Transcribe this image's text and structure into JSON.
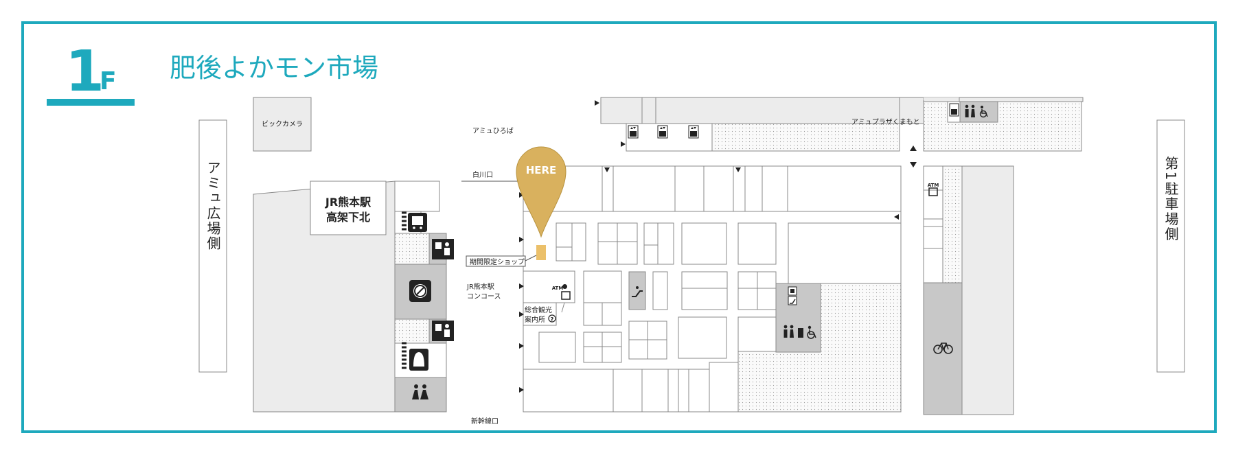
{
  "floor": {
    "number": "1",
    "letter": "F",
    "title": "肥後よかモン市場"
  },
  "side_labels": {
    "left": "アミュ広場側",
    "right": "第1駐車場側"
  },
  "labels": {
    "bic_camera": "ビックカメラ",
    "amu_hiroba": "アミュひろば",
    "shirakawa_exit": "白川口",
    "jr_kumamoto_under": [
      "JR熊本駅",
      "高架下北"
    ],
    "limited_shop": "期間限定ショップ",
    "jr_concourse": [
      "JR熊本駅",
      "コンコース"
    ],
    "tourist_info": [
      "総合観光",
      "案内所"
    ],
    "amu_plaza": "アミュプラザくまもと",
    "shinkansen_exit": "新幹線口",
    "here": "HERE",
    "atm": "ATM"
  },
  "colors": {
    "accent": "#1ea9bd",
    "here_pin": "#d9b15e",
    "limited_shop": "#ebc06a",
    "facility_gray": "#c8c8c8",
    "corridor_gray": "#ececec"
  },
  "icons": [
    "train-icon",
    "ticket-machine-icon",
    "no-smoking-icon",
    "shinkansen-icon",
    "waiting-room-icon",
    "elevator-icon",
    "restroom-icon",
    "wheelchair-icon",
    "atm-icon",
    "baby-room-icon",
    "escalator-icon",
    "bicycle-parking-icon",
    "info-icon"
  ]
}
